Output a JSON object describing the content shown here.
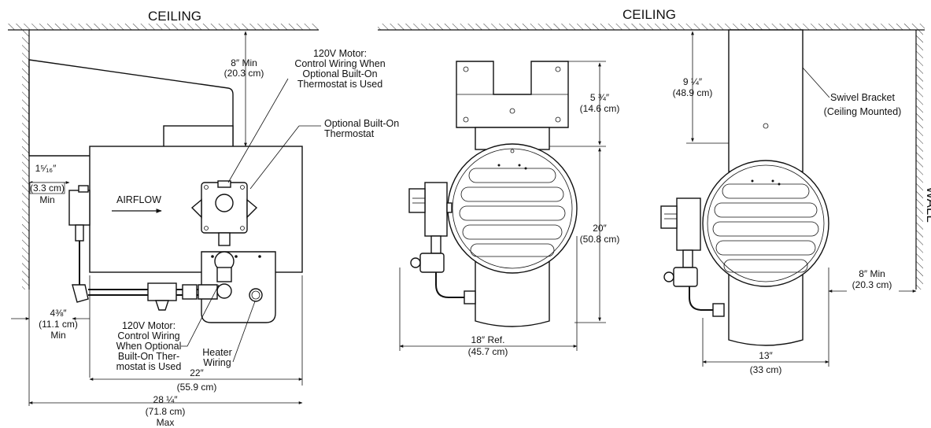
{
  "labels": {
    "ceiling_left": "CEILING",
    "ceiling_right": "CEILING",
    "wall": "WALL",
    "airflow": "AIRFLOW",
    "motor_top": [
      "120V Motor:",
      "Control Wiring When",
      "Optional Built-On",
      "Thermostat is Used"
    ],
    "thermostat": [
      "Optional Built-On",
      "Thermostat"
    ],
    "motor_bottom": [
      "120V Motor:",
      "Control Wiring",
      "When Optional",
      "Built-On Ther-",
      "mostat is Used"
    ],
    "heater_wiring": [
      "Heater",
      "Wiring"
    ],
    "swivel": [
      "Swivel Bracket",
      "(Ceiling Mounted)"
    ]
  },
  "dimensions": {
    "top_clear": [
      "8″ Min",
      "(20.3 cm)"
    ],
    "wall_gap": [
      "1⁵⁄₁₆″",
      "(3.3 cm)",
      "Min"
    ],
    "side_gap": [
      "4⅜″",
      "(11.1 cm)",
      "Min"
    ],
    "width_22": [
      "22″",
      "(55.9 cm)"
    ],
    "width_28": [
      "28 ¼″",
      "(71.8 cm)",
      "Max"
    ],
    "bracket_h": [
      "5 ¾″",
      "(14.6 cm)"
    ],
    "height_20": [
      "20″",
      "(50.8 cm)"
    ],
    "ref_18": [
      "18″ Ref.",
      "(45.7 cm)"
    ],
    "mount_h": [
      "9 ¼″",
      "(48.9 cm)"
    ],
    "right_gap": [
      "8″ Min",
      "(20.3 cm)"
    ],
    "width_13": [
      "13″",
      "(33 cm)"
    ]
  }
}
